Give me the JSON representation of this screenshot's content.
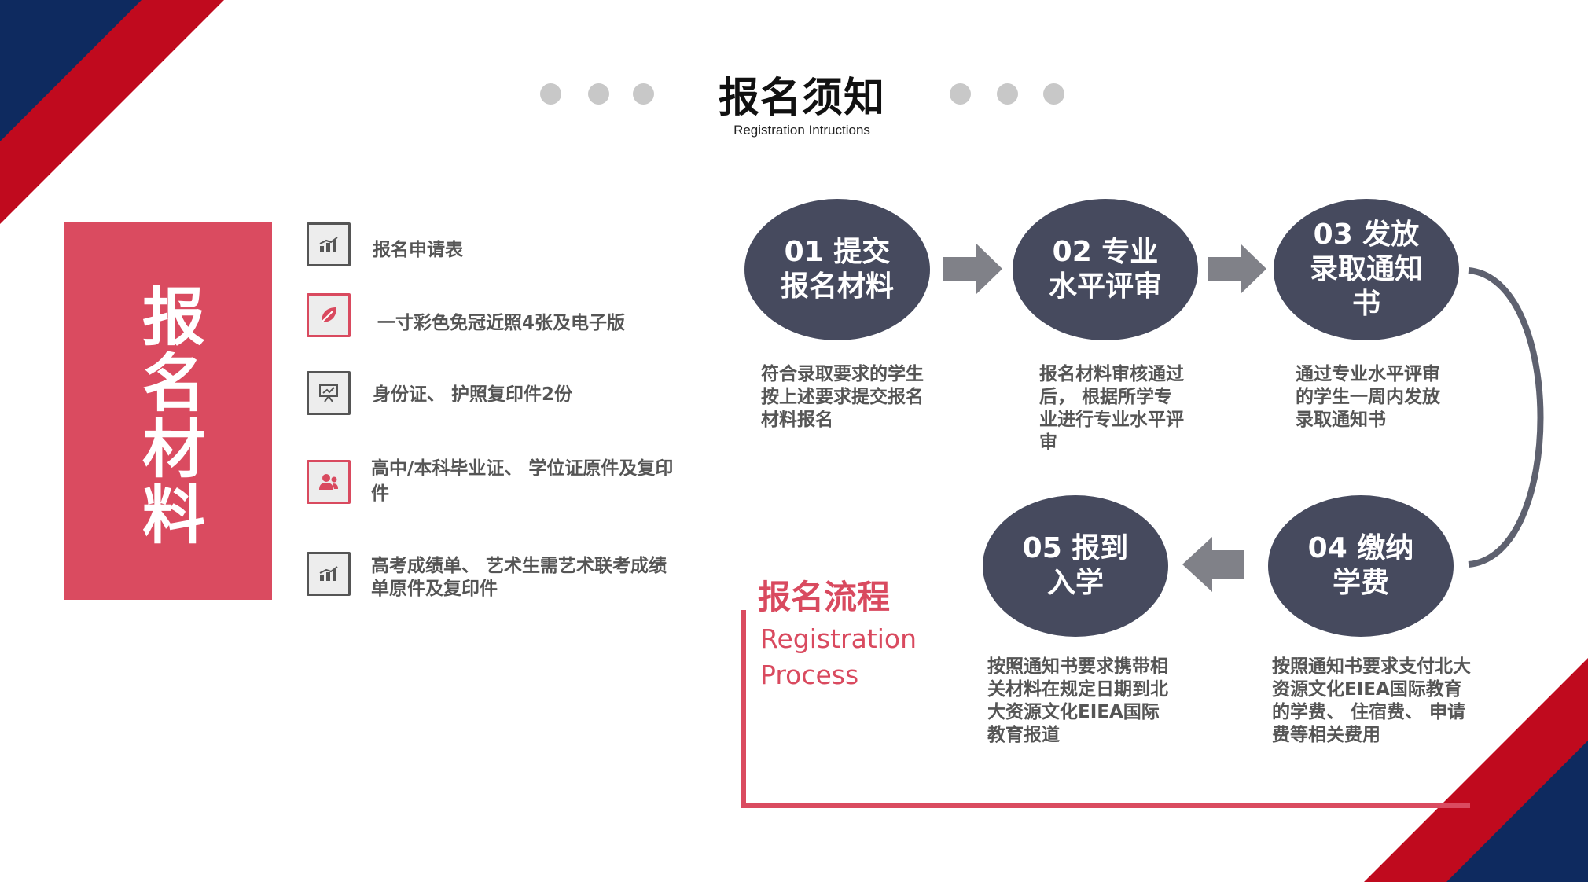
{
  "header": {
    "title": "报名须知",
    "subtitle": "Registration Intructions"
  },
  "materials": {
    "panel_label": "报名材料",
    "items": [
      {
        "icon": "chart-icon",
        "text": "报名申请表"
      },
      {
        "icon": "leaf-icon",
        "text": "一寸彩色免冠近照4张及电子版"
      },
      {
        "icon": "presentation-icon",
        "text": "身份证、 护照复印件2份"
      },
      {
        "icon": "people-icon",
        "text": "高中/本科毕业证、 学位证原件及复印件"
      },
      {
        "icon": "chart-icon",
        "text": "高考成绩单、 艺术生需艺术联考成绩单原件及复印件"
      }
    ]
  },
  "process": {
    "title": "报名流程",
    "subtitle": "Registration Process",
    "steps": [
      {
        "label": "01 提交报名材料",
        "desc": "符合录取要求的学生按上述要求提交报名材料报名"
      },
      {
        "label": "02 专业水平评审",
        "desc": "报名材料审核通过后， 根据所学专业进行专业水平评审"
      },
      {
        "label": "03 发放录取通知书",
        "desc": "通过专业水平评审的学生一周内发放录取通知书"
      },
      {
        "label": "04 缴纳学费",
        "desc": "按照通知书要求支付北大资源文化EIEA国际教育的学费、 住宿费、 申请费等相关费用"
      },
      {
        "label": "05 报到入学",
        "desc": "按照通知书要求携带相关材料在规定日期到北大资源文化EIEA国际教育报道"
      }
    ]
  },
  "colors": {
    "red": "#c00a1e",
    "navy": "#0e2a5f",
    "accent": "#da4b60",
    "circle": "#464a5e"
  }
}
